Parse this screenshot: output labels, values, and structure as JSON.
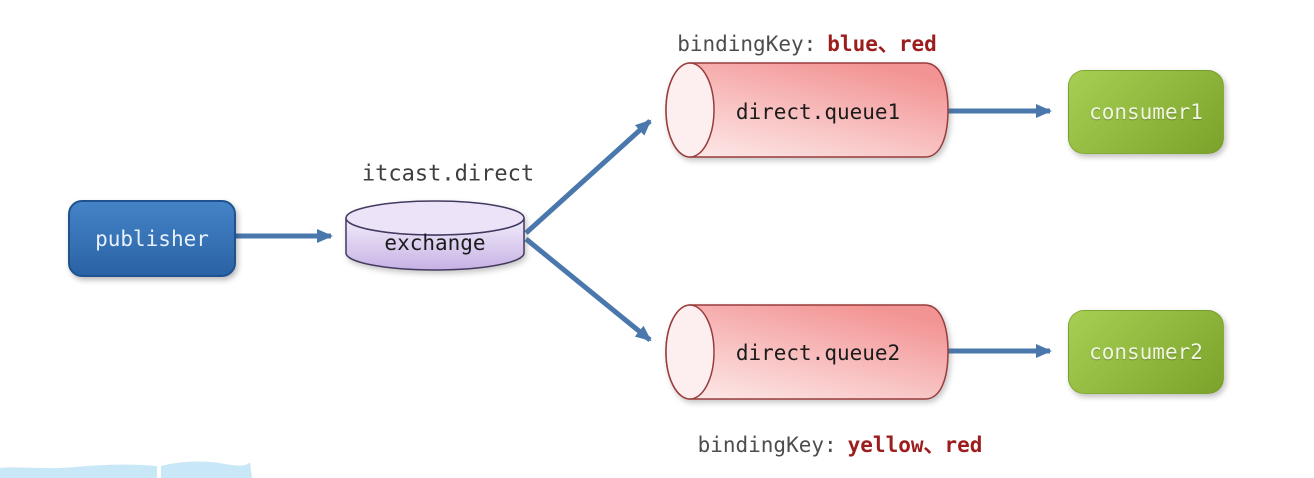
{
  "diagram": {
    "publisher": {
      "label": "publisher"
    },
    "exchange": {
      "label": "exchange",
      "title": "itcast.direct"
    },
    "queue1": {
      "label": "direct.queue1",
      "binding_prefix": "bindingKey:",
      "binding_value": "blue、red"
    },
    "queue2": {
      "label": "direct.queue2",
      "binding_prefix": "bindingKey:",
      "binding_value": "yellow、red"
    },
    "consumer1": {
      "label": "consumer1"
    },
    "consumer2": {
      "label": "consumer2"
    }
  },
  "colors": {
    "arrow": "#4a78ad",
    "publisher_top": "#4483c6",
    "publisher_bottom": "#2a63a5",
    "publisher_border": "#1f538f",
    "publisher_text": "#e8f1fb",
    "consumer_top": "#a7cf53",
    "consumer_bottom": "#7ba32b",
    "consumer_text": "#f1f6e0",
    "queue_light": "#fdecec",
    "queue_mid": "#f9c6c6",
    "queue_dark": "#f39494",
    "queue_border": "#993c3c",
    "queue_face": "#fdeef0",
    "exchange_light": "#f2ecfb",
    "exchange_dark": "#c7b2e4",
    "exchange_face": "#ece3f9",
    "exchange_border": "#443a60",
    "label_text": "#3f3f3f",
    "binding_key_text": "#4d4d4d",
    "binding_value_text": "#9c1d1d",
    "node_text_dark": "#1b1b1b",
    "wave": "#c8e8f7"
  }
}
